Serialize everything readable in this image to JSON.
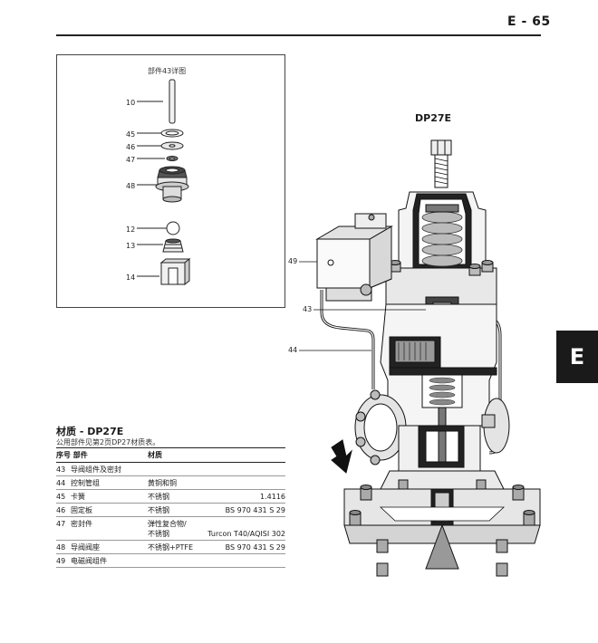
{
  "header": {
    "page_number": "E - 65"
  },
  "detail_inset": {
    "title": "部件43详图",
    "part_labels": [
      "10",
      "45",
      "46",
      "47",
      "48",
      "12",
      "13",
      "14"
    ]
  },
  "main_drawing": {
    "model_title": "DP27E",
    "callouts": [
      "49",
      "43",
      "44"
    ]
  },
  "side_tab": {
    "letter": "E"
  },
  "materials": {
    "title": "材质 - DP27E",
    "subtitle": "公用部件见第2页DP27材质表。",
    "headers": {
      "no_part": "序号 部件",
      "material": "材质"
    },
    "rows": [
      {
        "no": "43",
        "part": "导阀组件及密封",
        "material": "",
        "spec": ""
      },
      {
        "no": "44",
        "part": "控制管组",
        "material": "黄铜和铜",
        "spec": ""
      },
      {
        "no": "45",
        "part": "卡簧",
        "material": "不锈钢",
        "spec": "1.4116"
      },
      {
        "no": "46",
        "part": "固定板",
        "material": "不锈钢",
        "spec": "BS 970 431 S 29"
      },
      {
        "no": "47",
        "part": "密封件",
        "material": "弹性复合物/",
        "material2": "不锈钢",
        "spec": "Turcon T40/AQISI 302"
      },
      {
        "no": "48",
        "part": "导阀阀座",
        "material": "不锈钢+PTFE",
        "spec": "BS 970 431 S 29"
      },
      {
        "no": "49",
        "part": "电磁阀组件",
        "material": "",
        "spec": ""
      }
    ]
  }
}
